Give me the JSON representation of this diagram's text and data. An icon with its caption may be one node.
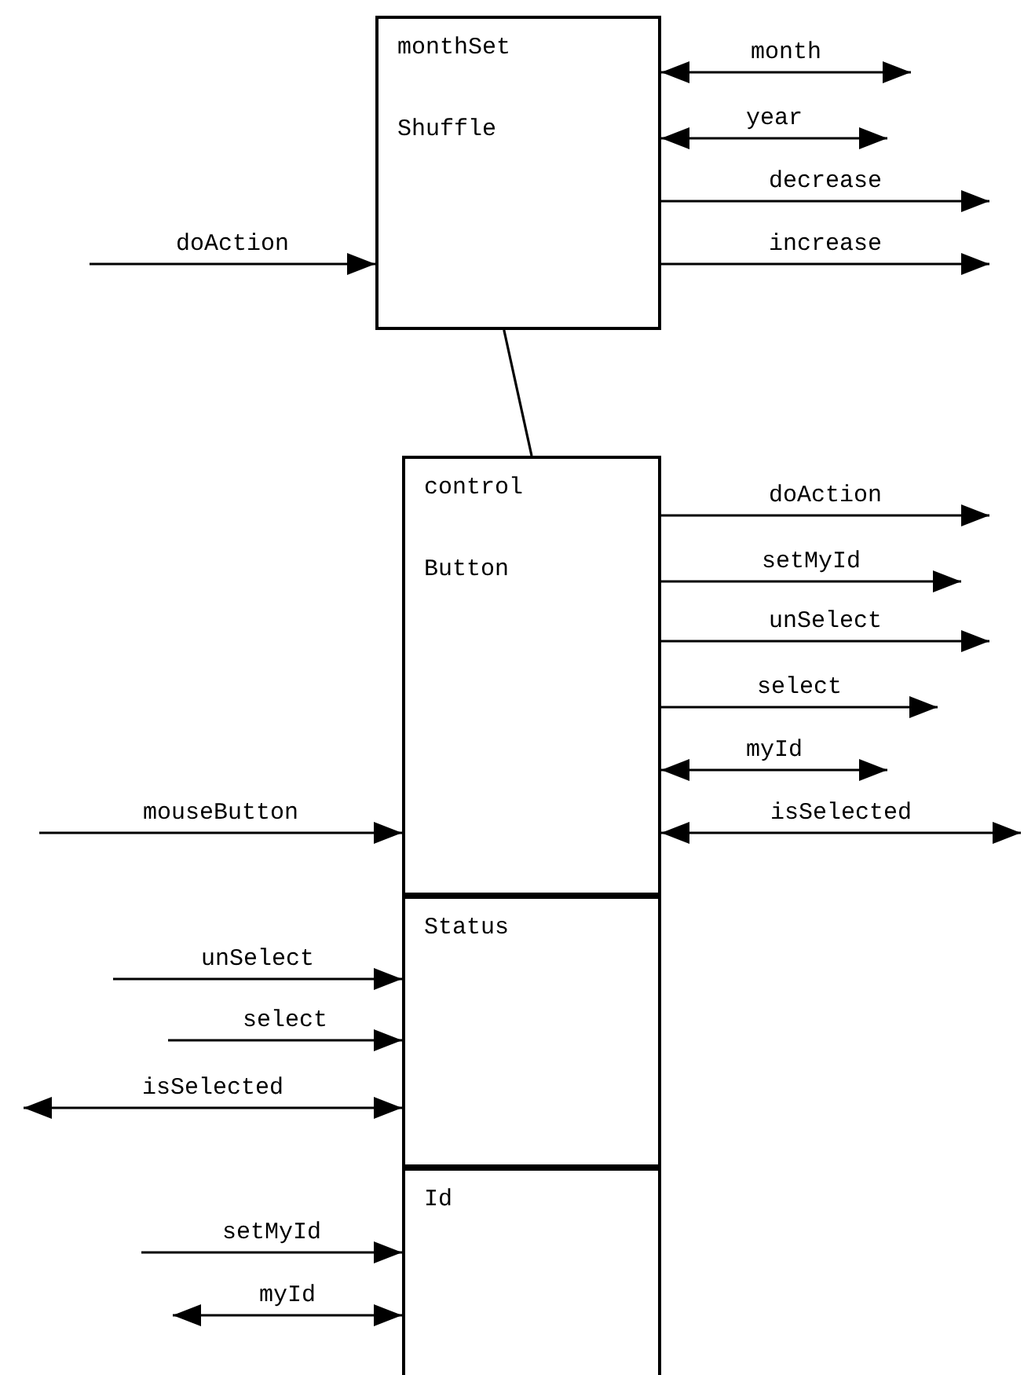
{
  "diagram": {
    "nodes": [
      {
        "text": [
          "monthSet",
          "Shuffle"
        ]
      },
      {
        "text": [
          "control",
          "Button"
        ]
      },
      {
        "text": [
          "Status"
        ]
      },
      {
        "text": [
          "Id"
        ]
      }
    ],
    "edges": [
      {
        "from": 0,
        "to": null,
        "arrow": "both",
        "label": "month"
      },
      {
        "from": 0,
        "to": null,
        "arrow": "both",
        "label": "year"
      },
      {
        "from": 0,
        "to": null,
        "arrow": "to",
        "label": "decrease"
      },
      {
        "from": 0,
        "to": null,
        "arrow": "to",
        "label": "increase"
      },
      {
        "from": null,
        "to": 0,
        "arrow": "to",
        "label": "doAction"
      },
      {
        "from": 0,
        "to": 1,
        "arrow": "none"
      },
      {
        "from": 1,
        "to": null,
        "arrow": "to",
        "label": "doAction"
      },
      {
        "from": 1,
        "to": null,
        "arrow": "to",
        "label": "setMyId"
      },
      {
        "from": 1,
        "to": null,
        "arrow": "to",
        "label": "unSelect"
      },
      {
        "from": 1,
        "to": null,
        "arrow": "to",
        "label": "select"
      },
      {
        "from": 1,
        "to": null,
        "arrow": "both",
        "label": "myId"
      },
      {
        "from": 1,
        "to": null,
        "arrow": "both",
        "label": "isSelected"
      },
      {
        "from": null,
        "to": 1,
        "arrow": "to",
        "label": "mouseButton"
      },
      {
        "from": null,
        "to": 2,
        "arrow": "to",
        "label": "unSelect"
      },
      {
        "from": null,
        "to": 2,
        "arrow": "to",
        "label": "select"
      },
      {
        "from": null,
        "to": 2,
        "arrow": "both",
        "label": "isSelected"
      },
      {
        "from": null,
        "to": 3,
        "arrow": "to",
        "label": "setMyId"
      },
      {
        "from": null,
        "to": 3,
        "arrow": "both",
        "label": "myId"
      }
    ]
  }
}
